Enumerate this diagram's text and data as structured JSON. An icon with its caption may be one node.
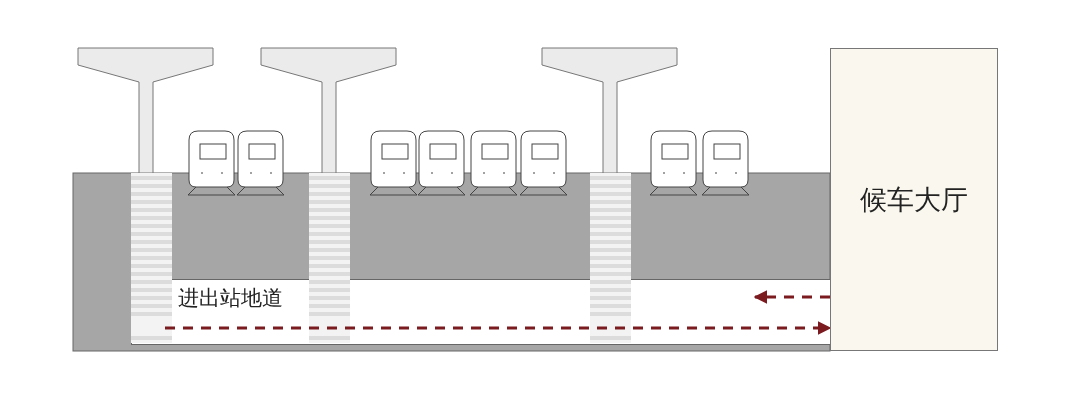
{
  "diagram": {
    "nodes": [
      {
        "text": [
          "进出站地道"
        ]
      },
      {
        "text": [
          "候车大厅"
        ]
      }
    ],
    "edges": [
      {
        "from": 0,
        "to": 1,
        "arrow": "to",
        "style": "dashed"
      },
      {
        "from": 1,
        "to": 0,
        "arrow": "to",
        "style": "dashed"
      }
    ]
  }
}
